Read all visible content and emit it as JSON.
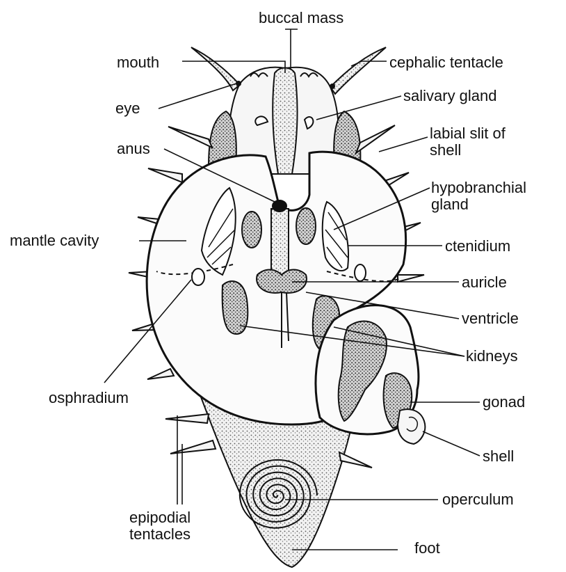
{
  "diagram": {
    "labels": {
      "buccal_mass": "buccal mass",
      "mouth": "mouth",
      "cephalic_tentacle": "cephalic tentacle",
      "eye": "eye",
      "salivary_gland": "salivary gland",
      "labial_slit": "labial slit of\nshell",
      "anus": "anus",
      "hypobranchial_gland": "hypobranchial\ngland",
      "mantle_cavity": "mantle cavity",
      "ctenidium": "ctenidium",
      "auricle": "auricle",
      "ventricle": "ventricle",
      "kidneys": "kidneys",
      "osphradium": "osphradium",
      "gonad": "gonad",
      "shell": "shell",
      "operculum": "operculum",
      "epipodial_tentacles": "epipodial\ntentacles",
      "foot": "foot"
    },
    "colors": {
      "ink": "#111111",
      "background": "#ffffff",
      "stipple": "#8a8a8a"
    }
  }
}
